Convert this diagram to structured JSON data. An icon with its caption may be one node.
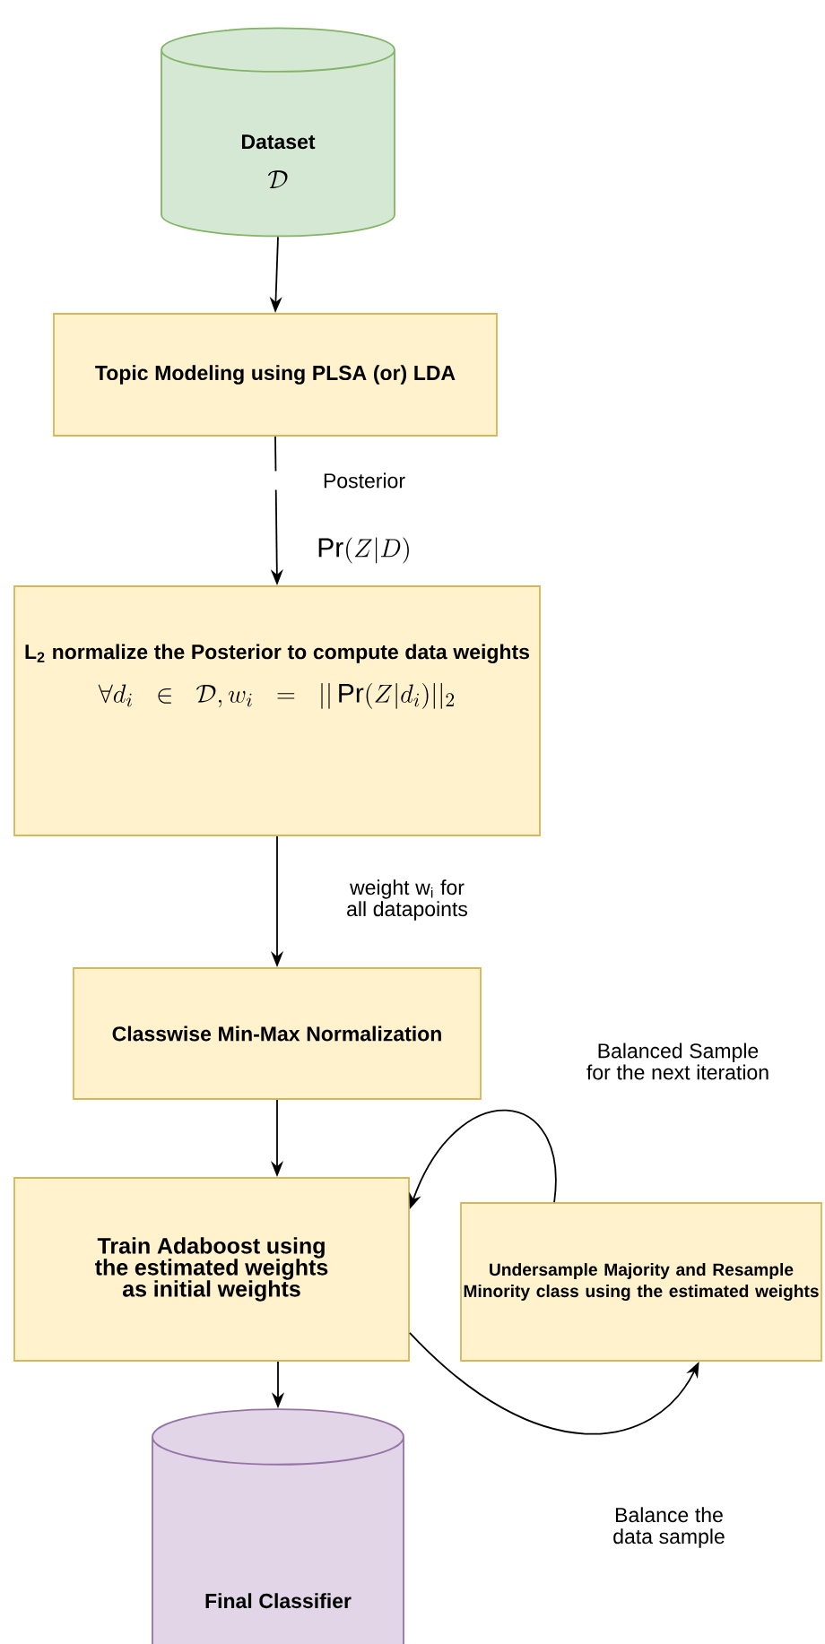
{
  "diagram": {
    "nodes": [
      {
        "text": [
          "Dataset",
          "\\mathcal{D}"
        ]
      },
      {
        "text": [
          "Topic Modeling using PLSA (or) LDA"
        ]
      },
      {
        "text": [
          "L$_{2}$ normalize the Posterior to compute data weights",
          "\\forall d_i \\in \\mathcal{D}, w_i = ||\\Pr(Z|d_i)||_2"
        ]
      },
      {
        "text": [
          "Classwise Min-Max Normalization"
        ]
      },
      {
        "text": [
          "Train Adaboost using the estimated weights as initial weights"
        ]
      },
      {
        "text": [
          "Undersample Majority and Resample Minority class using the estimated weights"
        ]
      },
      {
        "text": [
          "Final Classifier"
        ]
      }
    ],
    "edges": [
      {
        "from": 0,
        "to": 1,
        "arrow": "to"
      },
      {
        "from": 1,
        "to": 2,
        "arrow": "to",
        "label": "Posterior"
      },
      {
        "from": 2,
        "to": 3,
        "arrow": "to",
        "label": "weight w$_{i}$ for all datapoints"
      },
      {
        "from": 3,
        "to": 4,
        "arrow": "to"
      },
      {
        "from": 4,
        "to": 5,
        "arrow": "to",
        "label": "Balance the data sample"
      },
      {
        "from": 5,
        "to": 4,
        "arrow": "to",
        "label": "Balanced Sample for the next iteration"
      },
      {
        "from": 4,
        "to": 6,
        "arrow": "to"
      }
    ],
    "labels": [
      "\\Pr(Z|D)"
    ]
  }
}
